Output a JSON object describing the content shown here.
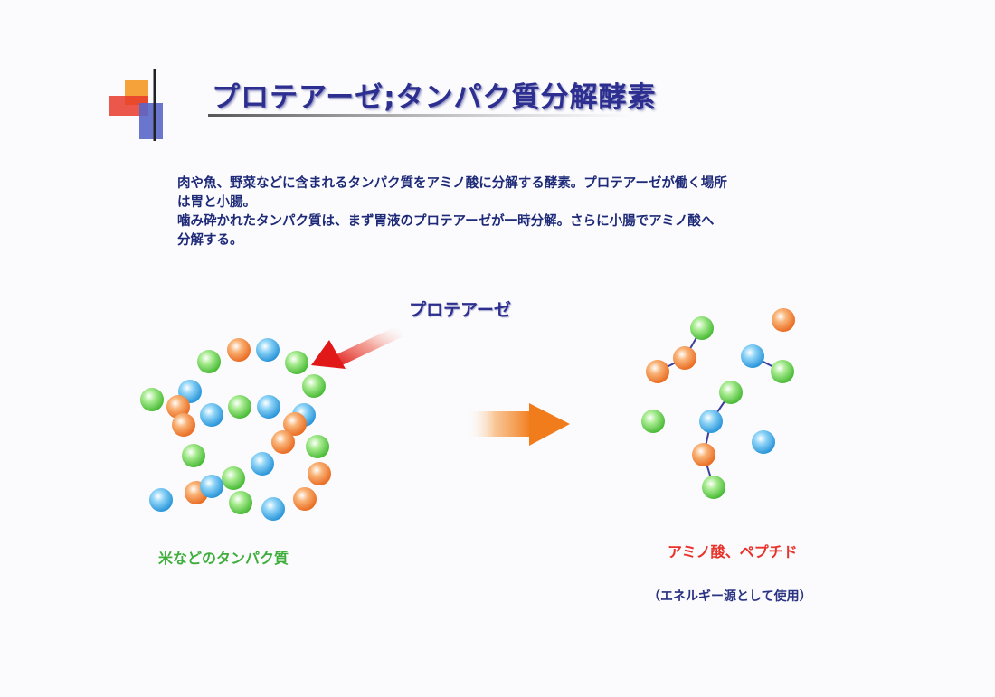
{
  "title": "プロテアーゼ;タンパク質分解酵素",
  "description": {
    "line1": "肉や魚、野菜などに含まれるタンパク質をアミノ酸に分解する酵素。プロテアーゼが働く場所",
    "line2": "は胃と小腸。",
    "line3": "噛み砕かれたタンパク質は、まず胃液のプロテアーゼが一時分解。さらに小腸でアミノ酸へ",
    "line4": "分解する。"
  },
  "enzyme_label": "プロテアーゼ",
  "before_label": "米などのタンパク質",
  "after_label": "アミノ酸、ペプチド",
  "after_note": "（エネルギー源として使用）",
  "colors": {
    "green": "#5ccc44",
    "orange": "#f07a22",
    "blue": "#36a8e6",
    "title": "#2c2f8f",
    "arrow_red": "#e02020",
    "arrow_orange": "#f28a25",
    "bond": "#3b3e9e"
  }
}
